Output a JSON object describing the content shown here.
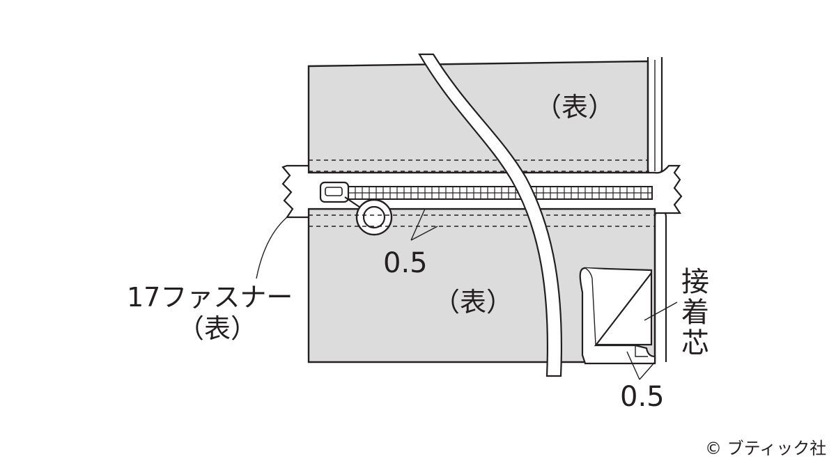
{
  "labels": {
    "front_upper": "（表）",
    "front_lower": "（表）",
    "zipper_name": "17ファスナー",
    "zipper_side": "（表）",
    "interfacing": [
      "接",
      "着",
      "芯"
    ],
    "seam_allowance_zipper": "0.5",
    "seam_allowance_corner": "0.5",
    "copyright": "© ブティック社"
  }
}
